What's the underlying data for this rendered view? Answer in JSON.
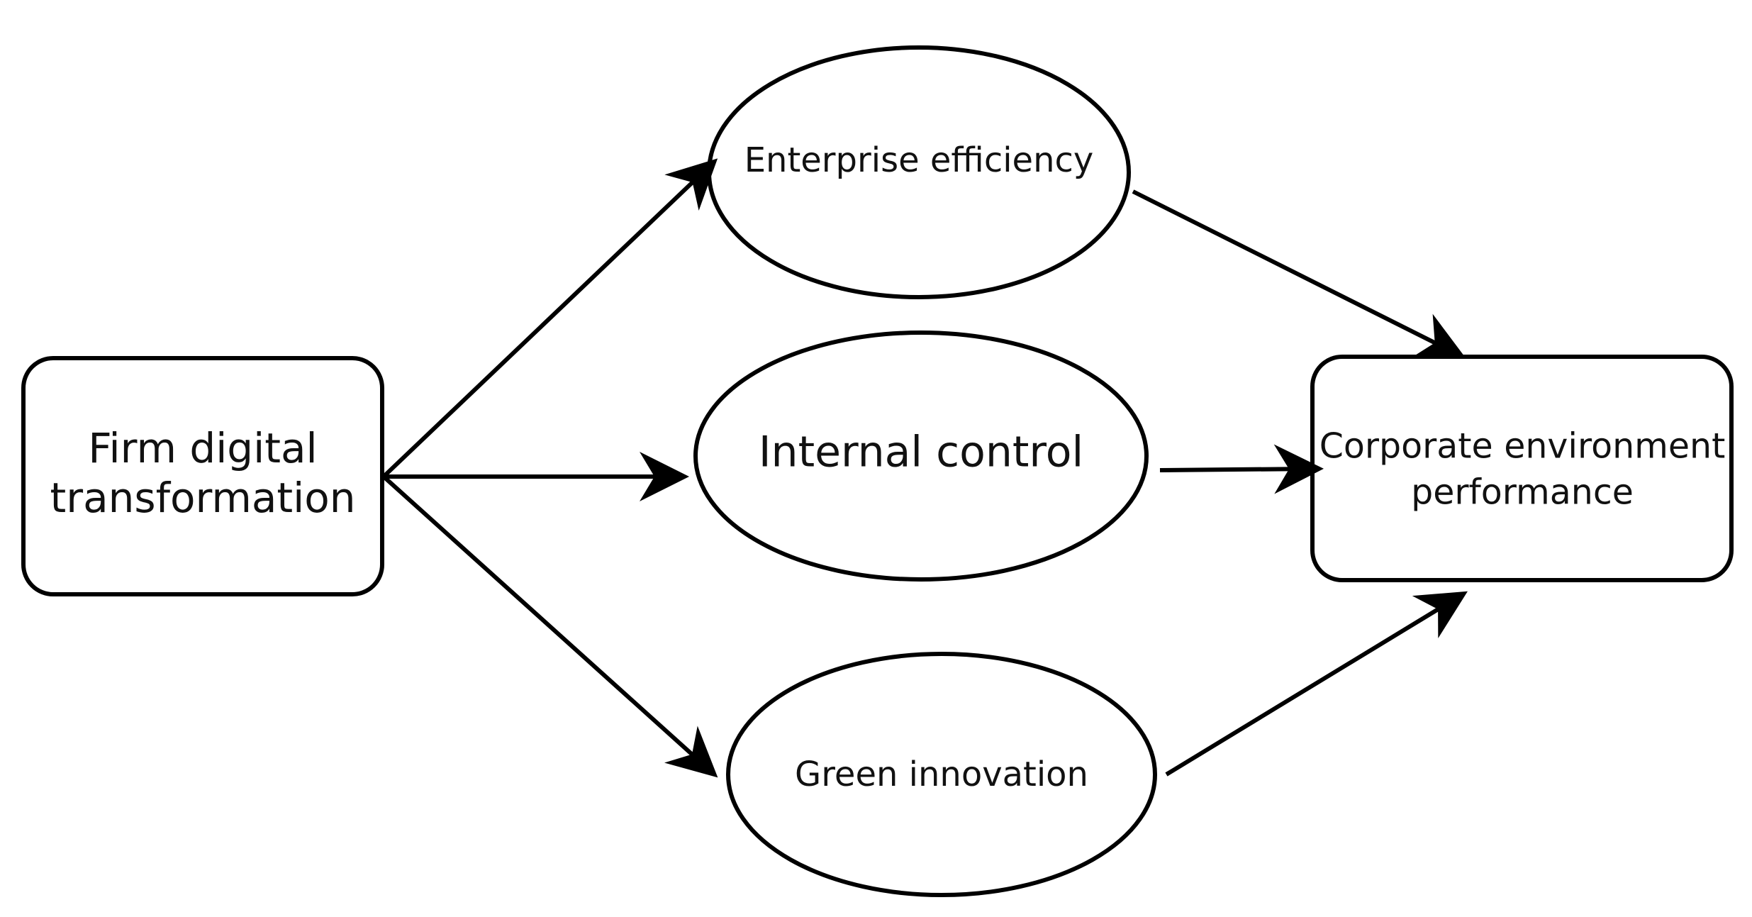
{
  "nodes": {
    "source": {
      "line1": "Firm digital",
      "line2": "transformation"
    },
    "mediator_efficiency": {
      "label": "Enterprise efficiency"
    },
    "mediator_control": {
      "label": "Internal control"
    },
    "mediator_innovation": {
      "label": "Green innovation"
    },
    "outcome": {
      "line1": "Corporate environment",
      "line2": "performance"
    }
  },
  "colors": {
    "stroke": "#000000",
    "background": "#ffffff",
    "text": "#111111"
  }
}
